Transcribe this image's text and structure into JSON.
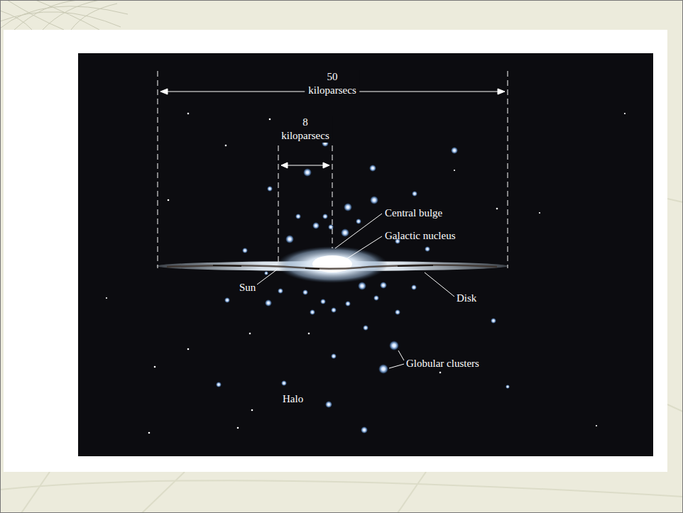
{
  "diagram": {
    "labels": [
      "50 kiloparsecs",
      "8 kiloparsecs",
      "Central bulge",
      "Galactic nucleus",
      "Sun",
      "Disk",
      "Globular clusters",
      "Halo"
    ]
  }
}
